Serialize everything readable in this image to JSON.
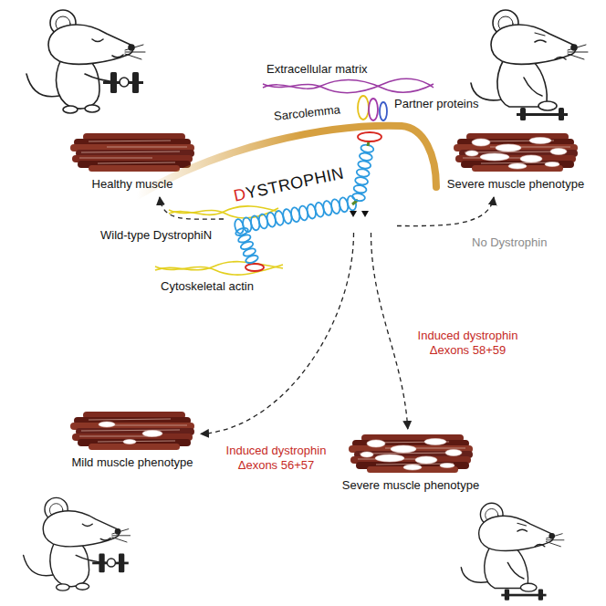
{
  "diagram": {
    "nodes": [
      {
        "text": [
          "Healthy muscle"
        ]
      },
      {
        "text": [
          "Severe muscle phenotype"
        ]
      },
      {
        "text": [
          "DYSTROPHIN"
        ]
      },
      {
        "text": [
          "Mild muscle phenotype"
        ]
      },
      {
        "text": [
          "Severe muscle phenotype"
        ]
      }
    ],
    "edges": [
      {
        "from": 2,
        "to": 0,
        "arrow": "to",
        "label": "Wild-type DystrophiN"
      },
      {
        "from": 2,
        "to": 1,
        "arrow": "to",
        "label": "No Dystrophin"
      },
      {
        "from": 2,
        "to": 3,
        "arrow": "to",
        "label": "Induced dystrophin Δexons 56+57"
      },
      {
        "from": 2,
        "to": 4,
        "arrow": "to",
        "label": "Induced dystrophin Δexons 58+59"
      }
    ],
    "labels": [
      "Extracellular matrix",
      "Sarcolemma",
      "Partner proteins",
      "Cytoskeletal actin"
    ]
  }
}
